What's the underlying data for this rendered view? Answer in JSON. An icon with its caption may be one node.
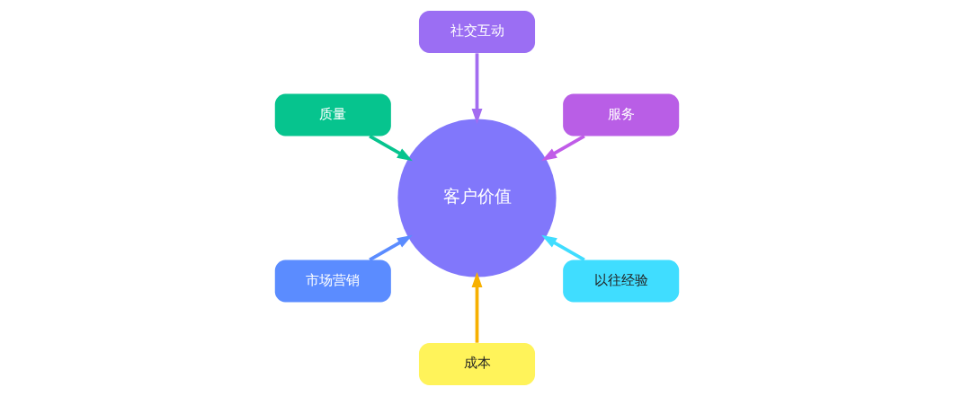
{
  "diagram": {
    "nodes": [
      {
        "text": [
          "服务"
        ]
      },
      {
        "text": [
          "社交互动"
        ]
      },
      {
        "text": [
          "质量"
        ]
      },
      {
        "text": [
          "客户价值"
        ]
      },
      {
        "text": [
          "市场营销"
        ]
      },
      {
        "text": [
          "成本"
        ]
      },
      {
        "text": [
          "以往经验"
        ]
      }
    ],
    "edges": [
      {
        "from": 0,
        "to": 3,
        "arrow": "to",
        "color": "#c05ce8"
      },
      {
        "from": 1,
        "to": 3,
        "arrow": "to",
        "color": "#a36cf0"
      },
      {
        "from": 2,
        "to": 3,
        "arrow": "to",
        "color": "#06c48e"
      },
      {
        "from": 4,
        "to": 3,
        "arrow": "to",
        "color": "#5b8cff"
      },
      {
        "from": 5,
        "to": 3,
        "arrow": "to",
        "color": "#f7b000"
      },
      {
        "from": 6,
        "to": 3,
        "arrow": "to",
        "color": "#40ddff"
      }
    ]
  }
}
